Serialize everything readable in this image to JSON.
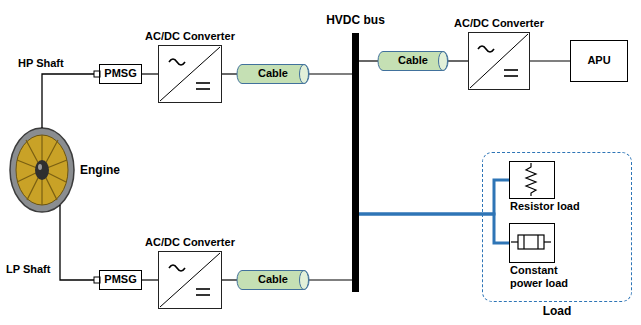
{
  "diagram": {
    "nodes": [
      {
        "text": [
          "PMSG"
        ]
      },
      {
        "text": [
          "AC/DC Converter"
        ]
      },
      {
        "text": [
          "Cable"
        ]
      },
      {
        "text": [
          "HVDC bus"
        ]
      },
      {
        "text": [
          "Cable"
        ]
      },
      {
        "text": [
          "AC/DC Converter"
        ]
      },
      {
        "text": [
          "APU"
        ]
      },
      {
        "text": [
          "PMSG"
        ]
      },
      {
        "text": [
          "AC/DC Converter"
        ]
      },
      {
        "text": [
          "Cable"
        ]
      },
      {
        "text": [
          "Load"
        ]
      },
      {
        "text": [
          "Resistor load"
        ],
        "in": 10
      },
      {
        "text": [
          "Constant power load"
        ],
        "in": 10
      }
    ],
    "edges": [
      {
        "from": 0,
        "to": 1,
        "arrow": "none"
      },
      {
        "from": 1,
        "to": 2,
        "arrow": "none"
      },
      {
        "from": 2,
        "to": 3,
        "arrow": "none"
      },
      {
        "from": 3,
        "to": 4,
        "arrow": "none"
      },
      {
        "from": 4,
        "to": 5,
        "arrow": "none"
      },
      {
        "from": 5,
        "to": 6,
        "arrow": "none"
      },
      {
        "from": 7,
        "to": 8,
        "arrow": "none"
      },
      {
        "from": 8,
        "to": 9,
        "arrow": "none"
      },
      {
        "from": 9,
        "to": 3,
        "arrow": "none"
      },
      {
        "from": 3,
        "to": 11,
        "arrow": "none"
      },
      {
        "from": 3,
        "to": 12,
        "arrow": "none"
      }
    ],
    "labels": [
      "HP Shaft",
      "LP Shaft",
      "Engine"
    ]
  }
}
